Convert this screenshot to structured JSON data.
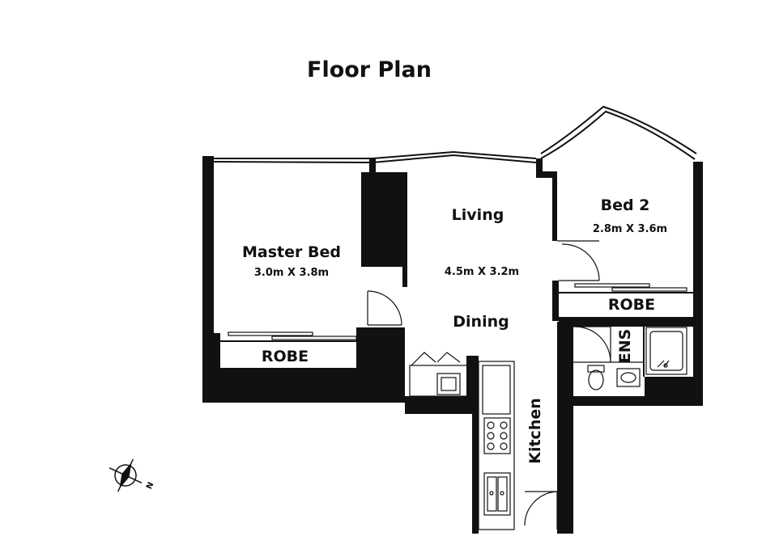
{
  "title": "Floor Plan",
  "rooms": {
    "master_bed": {
      "name": "Master Bed",
      "size": "3.0m X 3.8m"
    },
    "living": {
      "name": "Living",
      "size": "4.5m X 3.2m"
    },
    "dining": {
      "name": "Dining"
    },
    "bed2": {
      "name": "Bed 2",
      "size": "2.8m X 3.6m"
    },
    "robe_master": {
      "name": "ROBE"
    },
    "robe_bed2": {
      "name": "ROBE"
    },
    "ensuite": {
      "name": "ENS"
    },
    "kitchen": {
      "name": "Kitchen"
    }
  },
  "compass": {
    "label": "N"
  },
  "colors": {
    "wall": "#111111",
    "background": "#ffffff"
  }
}
